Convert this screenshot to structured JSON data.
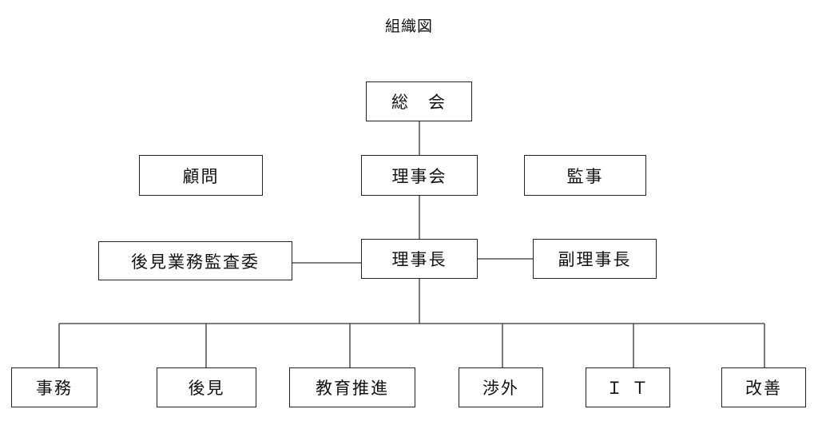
{
  "title": "組織図",
  "nodes": {
    "general_assembly": "総　会",
    "board": "理事会",
    "advisor": "顧問",
    "auditor": "監事",
    "chairman": "理事長",
    "guardianship_committee": "後見業務監査委",
    "vice_chairman": "副理事長",
    "admin": "事務",
    "guardianship": "後見",
    "education": "教育推進",
    "external": "渉外",
    "it": "Ｉ Ｔ",
    "improvement": "改善"
  },
  "colors": {
    "line": "#333333",
    "border": "#222222",
    "background": "#ffffff"
  }
}
